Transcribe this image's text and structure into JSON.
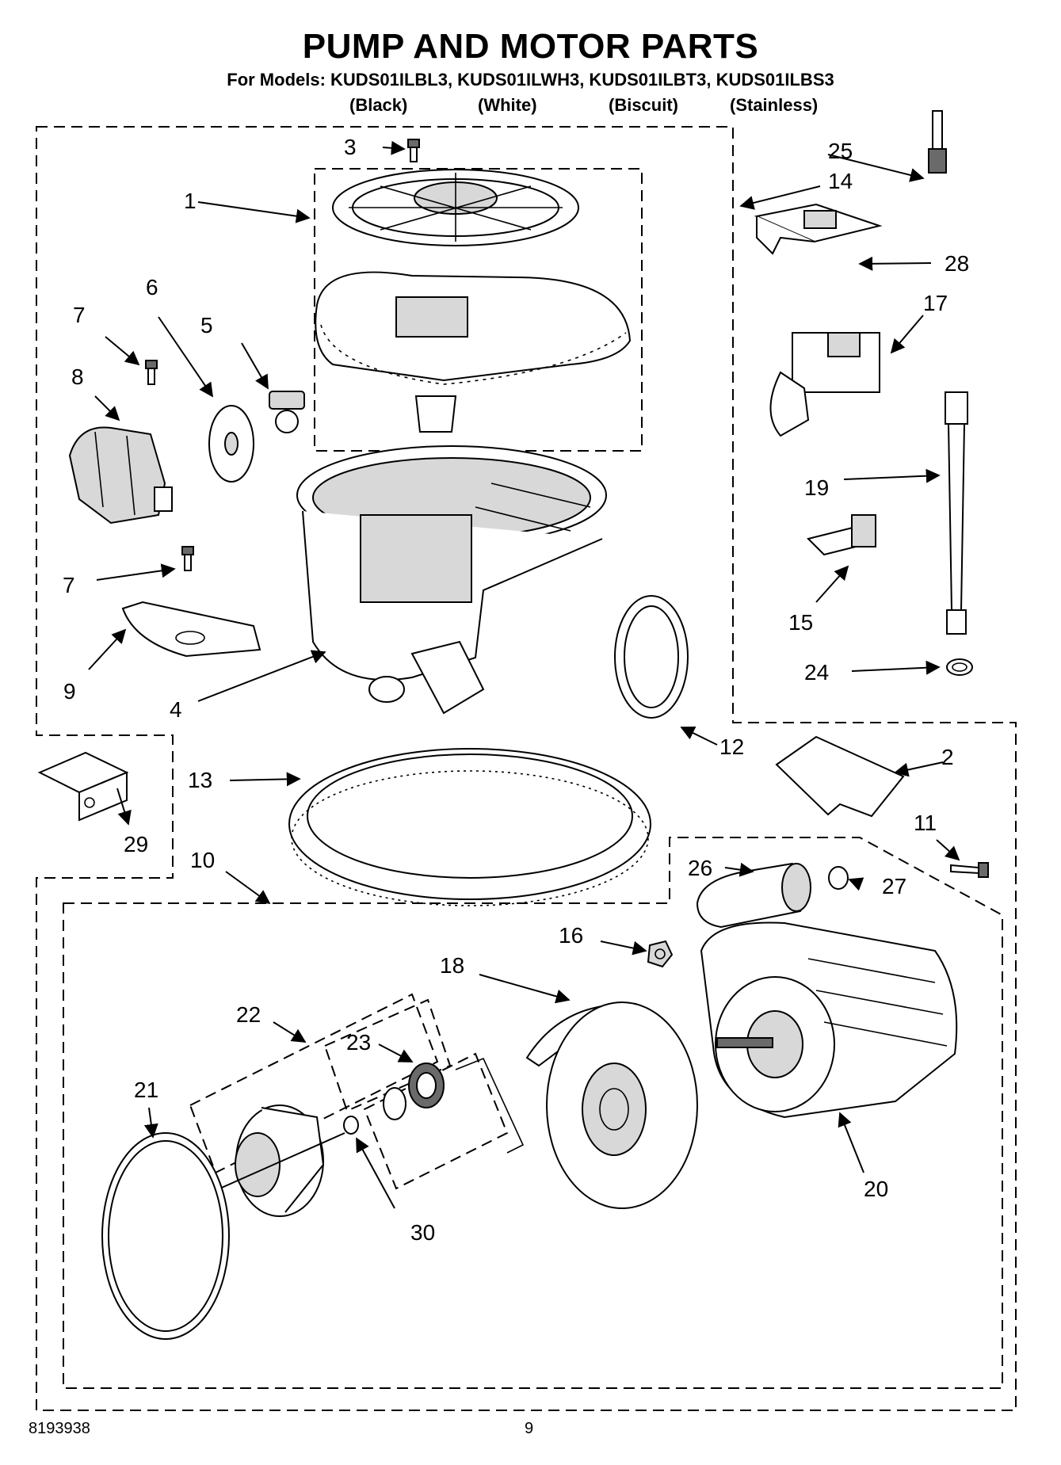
{
  "title": "PUMP AND MOTOR PARTS",
  "models_line": "For Models: KUDS01ILBL3, KUDS01ILWH3, KUDS01ILBT3, KUDS01ILBS3",
  "variants": [
    "(Black)",
    "(White)",
    "(Biscuit)",
    "(Stainless)"
  ],
  "callouts": [
    "1",
    "2",
    "3",
    "4",
    "5",
    "6",
    "7",
    "7",
    "8",
    "9",
    "10",
    "11",
    "12",
    "13",
    "14",
    "15",
    "16",
    "17",
    "18",
    "19",
    "20",
    "21",
    "22",
    "23",
    "24",
    "25",
    "26",
    "27",
    "28",
    "29",
    "30"
  ],
  "footer": {
    "doc_number": "8193938",
    "page_number": "9"
  }
}
